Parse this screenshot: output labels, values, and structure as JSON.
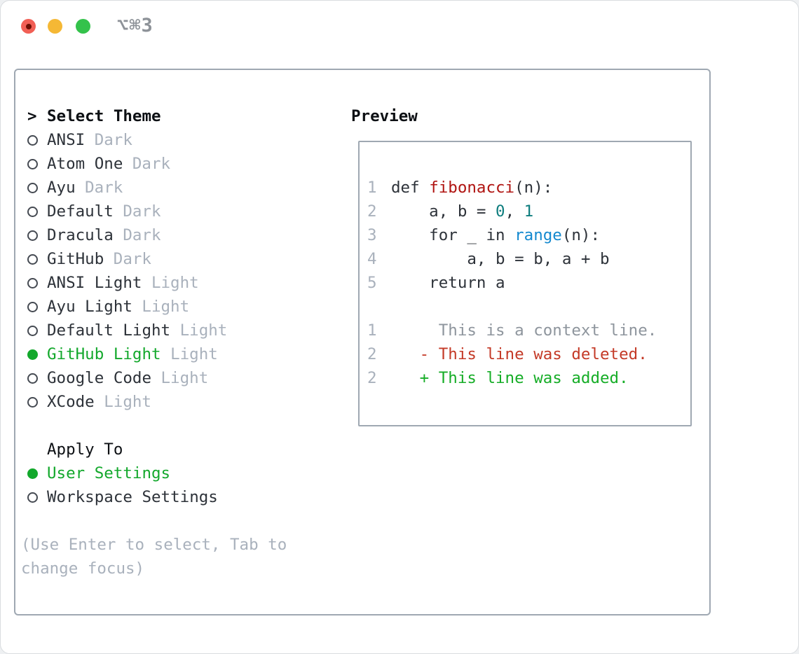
{
  "colors": {
    "accent": "#13a82c",
    "heading": "#0d1014",
    "text": "#2d3239",
    "muted": "#a9b1bc",
    "border": "#9fa8b2",
    "radio": "#454a52",
    "ln": "#a9b1bc",
    "func": "#b01411",
    "numlit": "#0e7d7e",
    "builtin": "#1489cf",
    "ctx": "#8e959d",
    "del": "#c43a27",
    "add": "#16ad27",
    "tlred": "#f15f55",
    "tlreddot": "#6d0f04",
    "tlyellow": "#f5b835",
    "tlgreen": "#34c24b",
    "titlegray": "#8d9298"
  },
  "window": {
    "title": "⌥⌘3"
  },
  "theme_picker": {
    "header_marker": ">",
    "header": "Select Theme",
    "items": [
      {
        "name": "ANSI",
        "variant": "Dark",
        "selected": false
      },
      {
        "name": "Atom One",
        "variant": "Dark",
        "selected": false
      },
      {
        "name": "Ayu",
        "variant": "Dark",
        "selected": false
      },
      {
        "name": "Default",
        "variant": "Dark",
        "selected": false
      },
      {
        "name": "Dracula",
        "variant": "Dark",
        "selected": false
      },
      {
        "name": "GitHub",
        "variant": "Dark",
        "selected": false
      },
      {
        "name": "ANSI Light",
        "variant": "Light",
        "selected": false
      },
      {
        "name": "Ayu Light",
        "variant": "Light",
        "selected": false
      },
      {
        "name": "Default Light",
        "variant": "Light",
        "selected": false
      },
      {
        "name": "GitHub Light",
        "variant": "Light",
        "selected": true
      },
      {
        "name": "Google Code",
        "variant": "Light",
        "selected": false
      },
      {
        "name": "XCode",
        "variant": "Light",
        "selected": false
      }
    ],
    "apply_to": {
      "header": "Apply To",
      "options": [
        {
          "name": "User Settings",
          "selected": true
        },
        {
          "name": "Workspace Settings",
          "selected": false
        }
      ]
    },
    "hint": "(Use Enter to select, Tab to change focus)"
  },
  "preview": {
    "header": "Preview",
    "code_lines": [
      {
        "num": "1",
        "segments": [
          {
            "t": "def ",
            "c": "default"
          },
          {
            "t": "fibonacci",
            "c": "func"
          },
          {
            "t": "(n):",
            "c": "default"
          }
        ]
      },
      {
        "num": "2",
        "segments": [
          {
            "t": "    a, b = ",
            "c": "default"
          },
          {
            "t": "0",
            "c": "num"
          },
          {
            "t": ", ",
            "c": "default"
          },
          {
            "t": "1",
            "c": "num"
          }
        ]
      },
      {
        "num": "3",
        "segments": [
          {
            "t": "    for _ in ",
            "c": "default"
          },
          {
            "t": "range",
            "c": "builtin"
          },
          {
            "t": "(n):",
            "c": "default"
          }
        ]
      },
      {
        "num": "4",
        "segments": [
          {
            "t": "        a, b = b, a + b",
            "c": "default"
          }
        ]
      },
      {
        "num": "5",
        "segments": [
          {
            "t": "    return a",
            "c": "default"
          }
        ]
      },
      {
        "num": "",
        "segments": []
      },
      {
        "num": "1",
        "segments": [
          {
            "t": "     This is a context line.",
            "c": "context"
          }
        ]
      },
      {
        "num": "2",
        "segments": [
          {
            "t": "   - This line was deleted.",
            "c": "deleted"
          }
        ]
      },
      {
        "num": "2",
        "segments": [
          {
            "t": "   + This line was added.",
            "c": "added"
          }
        ]
      }
    ]
  }
}
